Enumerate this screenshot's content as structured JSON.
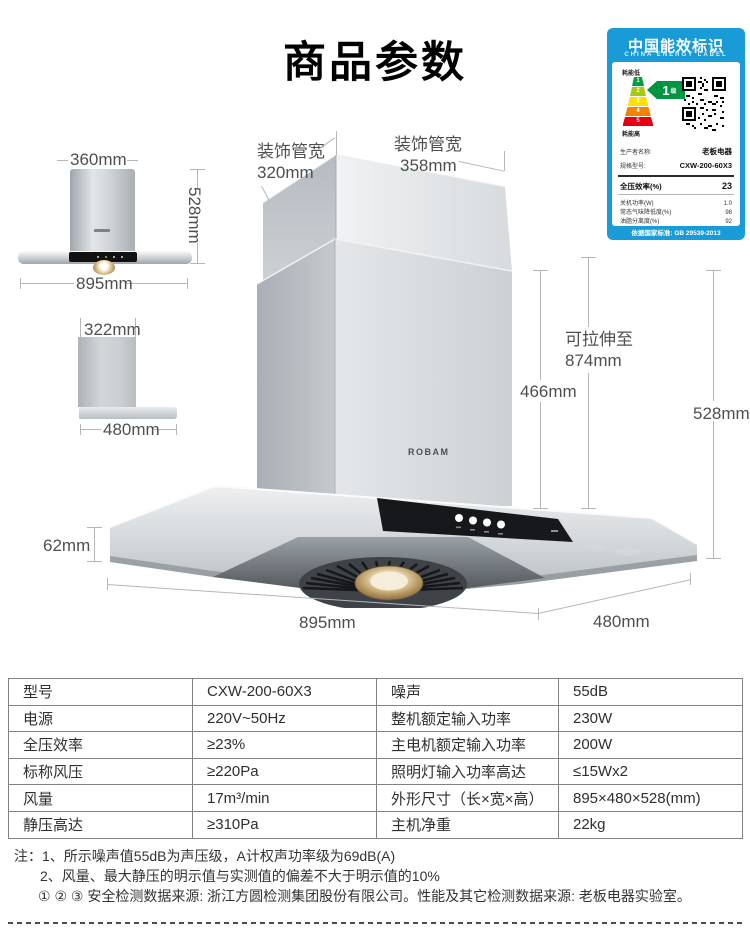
{
  "page": {
    "title": "商品参数"
  },
  "energy_label": {
    "title": "中国能效标识",
    "subtitle": "CHINA ENERGY LABEL",
    "low_label": "耗能低",
    "high_label": "耗能高",
    "grade_value": "1",
    "grade_unit": "级",
    "scale": [
      "1",
      "2",
      "3",
      "4",
      "5"
    ],
    "scale_colors": [
      "#00a13a",
      "#a8c813",
      "#ffe100",
      "#f08300",
      "#e60012"
    ],
    "background_color": "#199bd8",
    "grade_color": "#009540",
    "producer_label": "生产者名称:",
    "producer_value": "老板电器",
    "model_label": "规格型号:",
    "model_value": "CXW-200-60X3",
    "metrics": [
      {
        "label": "全压效率(%)",
        "value": "23"
      },
      {
        "label": "关机功率(W)",
        "value": "1.0"
      },
      {
        "label": "常态气味降低度(%)",
        "value": "98"
      },
      {
        "label": "油脂分离度(%)",
        "value": "92"
      }
    ],
    "footer": "依据国家标准: GB 29539-2013"
  },
  "dims": {
    "front": {
      "top": "360mm",
      "height": "528mm",
      "bottom": "895mm"
    },
    "side": {
      "top": "322mm",
      "bottom": "480mm"
    },
    "main": {
      "duct_left_caption": "装饰管宽",
      "duct_left_value": "320mm",
      "duct_right_caption": "装饰管宽",
      "duct_right_value": "358mm",
      "extend_caption": "可拉伸至",
      "extend_value": "874mm",
      "inner_height": "466mm",
      "total_height": "528mm",
      "rim_height": "62mm",
      "width": "895mm",
      "depth": "480mm",
      "brand": "ROBAM"
    }
  },
  "spec_table": {
    "rows": [
      {
        "k1": "型号",
        "v1": "CXW-200-60X3",
        "k2": "噪声",
        "v2": "55dB"
      },
      {
        "k1": "电源",
        "v1": "220V~50Hz",
        "k2": "整机额定输入功率",
        "v2": "230W"
      },
      {
        "k1": "全压效率",
        "v1": "≥23%",
        "k2": "主电机额定输入功率",
        "v2": "200W"
      },
      {
        "k1": "标称风压",
        "v1": "≥220Pa",
        "k2": "照明灯输入功率高达",
        "v2": "≤15Wx2"
      },
      {
        "k1": "风量",
        "v1": "17m³/min",
        "k2": "外形尺寸（长×宽×高）",
        "v2": "895×480×528(mm)"
      },
      {
        "k1": "静压高达",
        "v1": "≥310Pa",
        "k2": "主机净重",
        "v2": "22kg"
      }
    ]
  },
  "notes": {
    "line1": "注：1、所示噪声值55dB为声压级，A计权声功率级为69dB(A)",
    "line2": "2、风量、最大静压的明示值与实测值的偏差不大于明示值的10%",
    "line3": "① ② ③ 安全检测数据来源: 浙江方圆检测集团股份有限公司。性能及其它检测数据来源: 老板电器实验室。"
  }
}
